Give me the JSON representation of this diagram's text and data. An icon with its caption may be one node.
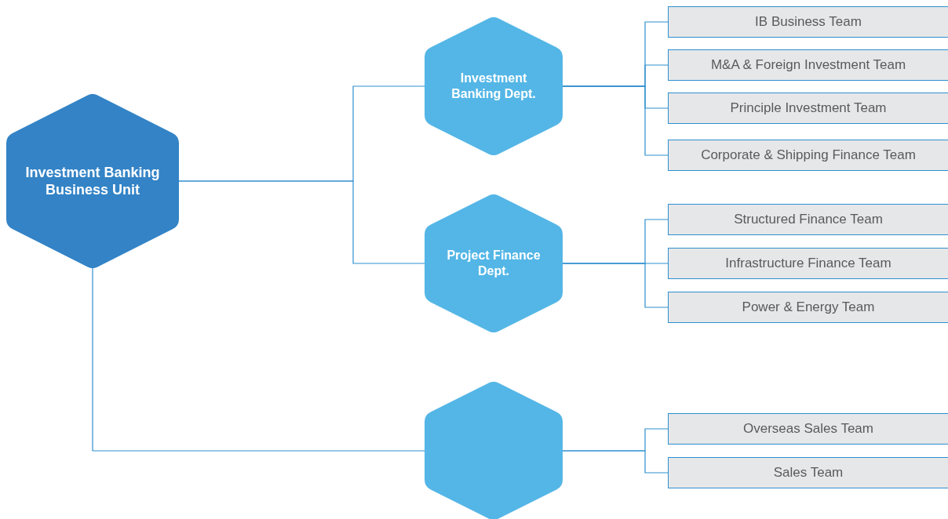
{
  "diagram": {
    "nodes": [
      {
        "text": [
          "Investment Banking Business Unit"
        ]
      },
      {
        "text": [
          "Investment Banking Dept."
        ]
      },
      {
        "text": [
          "IB Business Team"
        ]
      },
      {
        "text": [
          "M&A & Foreign Investment Team"
        ]
      },
      {
        "text": [
          "Principle Investment Team"
        ]
      },
      {
        "text": [
          "Corporate & Shipping Finance Team"
        ]
      },
      {
        "text": [
          "Project Finance Dept."
        ]
      },
      {
        "text": [
          "Structured Finance Team"
        ]
      },
      {
        "text": [
          "Infrastructure Finance Team"
        ]
      },
      {
        "text": [
          "Power & Energy Team"
        ]
      },
      {
        "text": [],
        "shape": "hexagon"
      },
      {
        "text": [
          "Overseas Sales Team"
        ]
      },
      {
        "text": [
          "Sales Team"
        ]
      }
    ],
    "edges": [
      {
        "from": 0,
        "to": 1,
        "arrow": "none"
      },
      {
        "from": 0,
        "to": 6,
        "arrow": "none"
      },
      {
        "from": 0,
        "to": 10,
        "arrow": "none"
      },
      {
        "from": 1,
        "to": 2,
        "arrow": "none"
      },
      {
        "from": 1,
        "to": 3,
        "arrow": "none"
      },
      {
        "from": 1,
        "to": 4,
        "arrow": "none"
      },
      {
        "from": 1,
        "to": 5,
        "arrow": "none"
      },
      {
        "from": 6,
        "to": 7,
        "arrow": "none"
      },
      {
        "from": 6,
        "to": 8,
        "arrow": "none"
      },
      {
        "from": 6,
        "to": 9,
        "arrow": "none"
      },
      {
        "from": 10,
        "to": 11,
        "arrow": "none"
      },
      {
        "from": 10,
        "to": 12,
        "arrow": "none"
      }
    ]
  }
}
